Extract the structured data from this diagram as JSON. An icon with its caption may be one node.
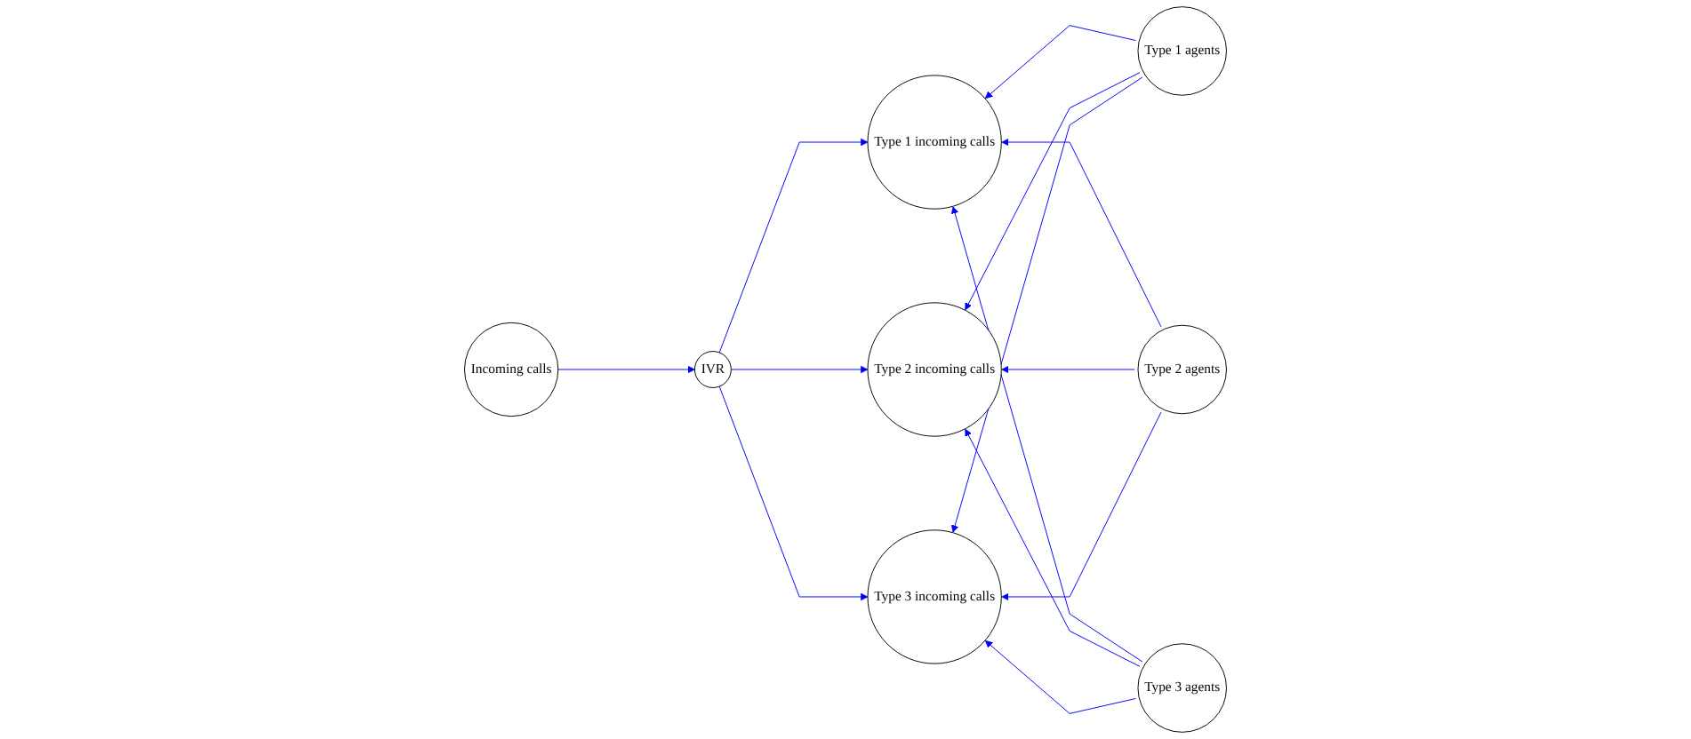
{
  "diagram": {
    "nodes": [
      {
        "text": [
          "Incoming calls"
        ]
      },
      {
        "text": [
          "IVR"
        ]
      },
      {
        "text": [
          "Type 1 incoming calls"
        ]
      },
      {
        "text": [
          "Type 2 incoming calls"
        ]
      },
      {
        "text": [
          "Type 3 incoming calls"
        ]
      },
      {
        "text": [
          "Type 1 agents"
        ]
      },
      {
        "text": [
          "Type 2 agents"
        ]
      },
      {
        "text": [
          "Type 3 agents"
        ]
      }
    ],
    "edges": [
      {
        "from": 0,
        "to": 1,
        "arrow": "to",
        "color": "#0000ff"
      },
      {
        "from": 1,
        "to": 2,
        "arrow": "to",
        "color": "#0000ff"
      },
      {
        "from": 1,
        "to": 3,
        "arrow": "to",
        "color": "#0000ff"
      },
      {
        "from": 1,
        "to": 4,
        "arrow": "to",
        "color": "#0000ff"
      },
      {
        "from": 5,
        "to": 2,
        "arrow": "to",
        "color": "#0000ff"
      },
      {
        "from": 5,
        "to": 3,
        "arrow": "to",
        "color": "#0000ff"
      },
      {
        "from": 5,
        "to": 4,
        "arrow": "to",
        "color": "#0000ff"
      },
      {
        "from": 6,
        "to": 2,
        "arrow": "to",
        "color": "#0000ff"
      },
      {
        "from": 6,
        "to": 3,
        "arrow": "to",
        "color": "#0000ff"
      },
      {
        "from": 6,
        "to": 4,
        "arrow": "to",
        "color": "#0000ff"
      },
      {
        "from": 7,
        "to": 2,
        "arrow": "to",
        "color": "#0000ff"
      },
      {
        "from": 7,
        "to": 3,
        "arrow": "to",
        "color": "#0000ff"
      },
      {
        "from": 7,
        "to": 4,
        "arrow": "to",
        "color": "#0000ff"
      }
    ]
  }
}
